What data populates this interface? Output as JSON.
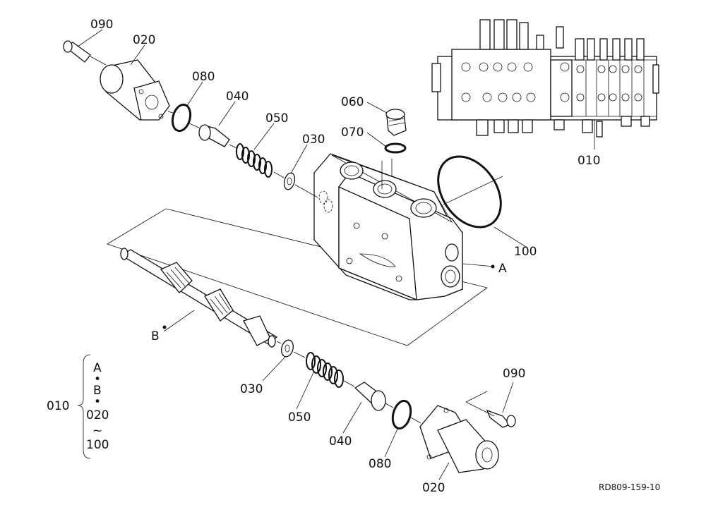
{
  "labels": {
    "p090_top": "090",
    "p020_top": "020",
    "p080_top": "080",
    "p040_top": "040",
    "p050_top": "050",
    "p030_top": "030",
    "p060": "060",
    "p070": "070",
    "p010_inset": "010",
    "p100": "100",
    "point_a": "A",
    "point_b": "B",
    "p030_bottom": "030",
    "p050_bottom": "050",
    "p040_bottom": "040",
    "p080_bottom": "080",
    "p020_bottom": "020",
    "p090_bottom": "090",
    "legend_010": "010",
    "legend_a": "A",
    "legend_dot1": "•",
    "legend_b": "B",
    "legend_dot2": "•",
    "legend_020": "020",
    "legend_tilde": "~",
    "legend_100": "100",
    "drawing_code": "RD809-159-10"
  }
}
